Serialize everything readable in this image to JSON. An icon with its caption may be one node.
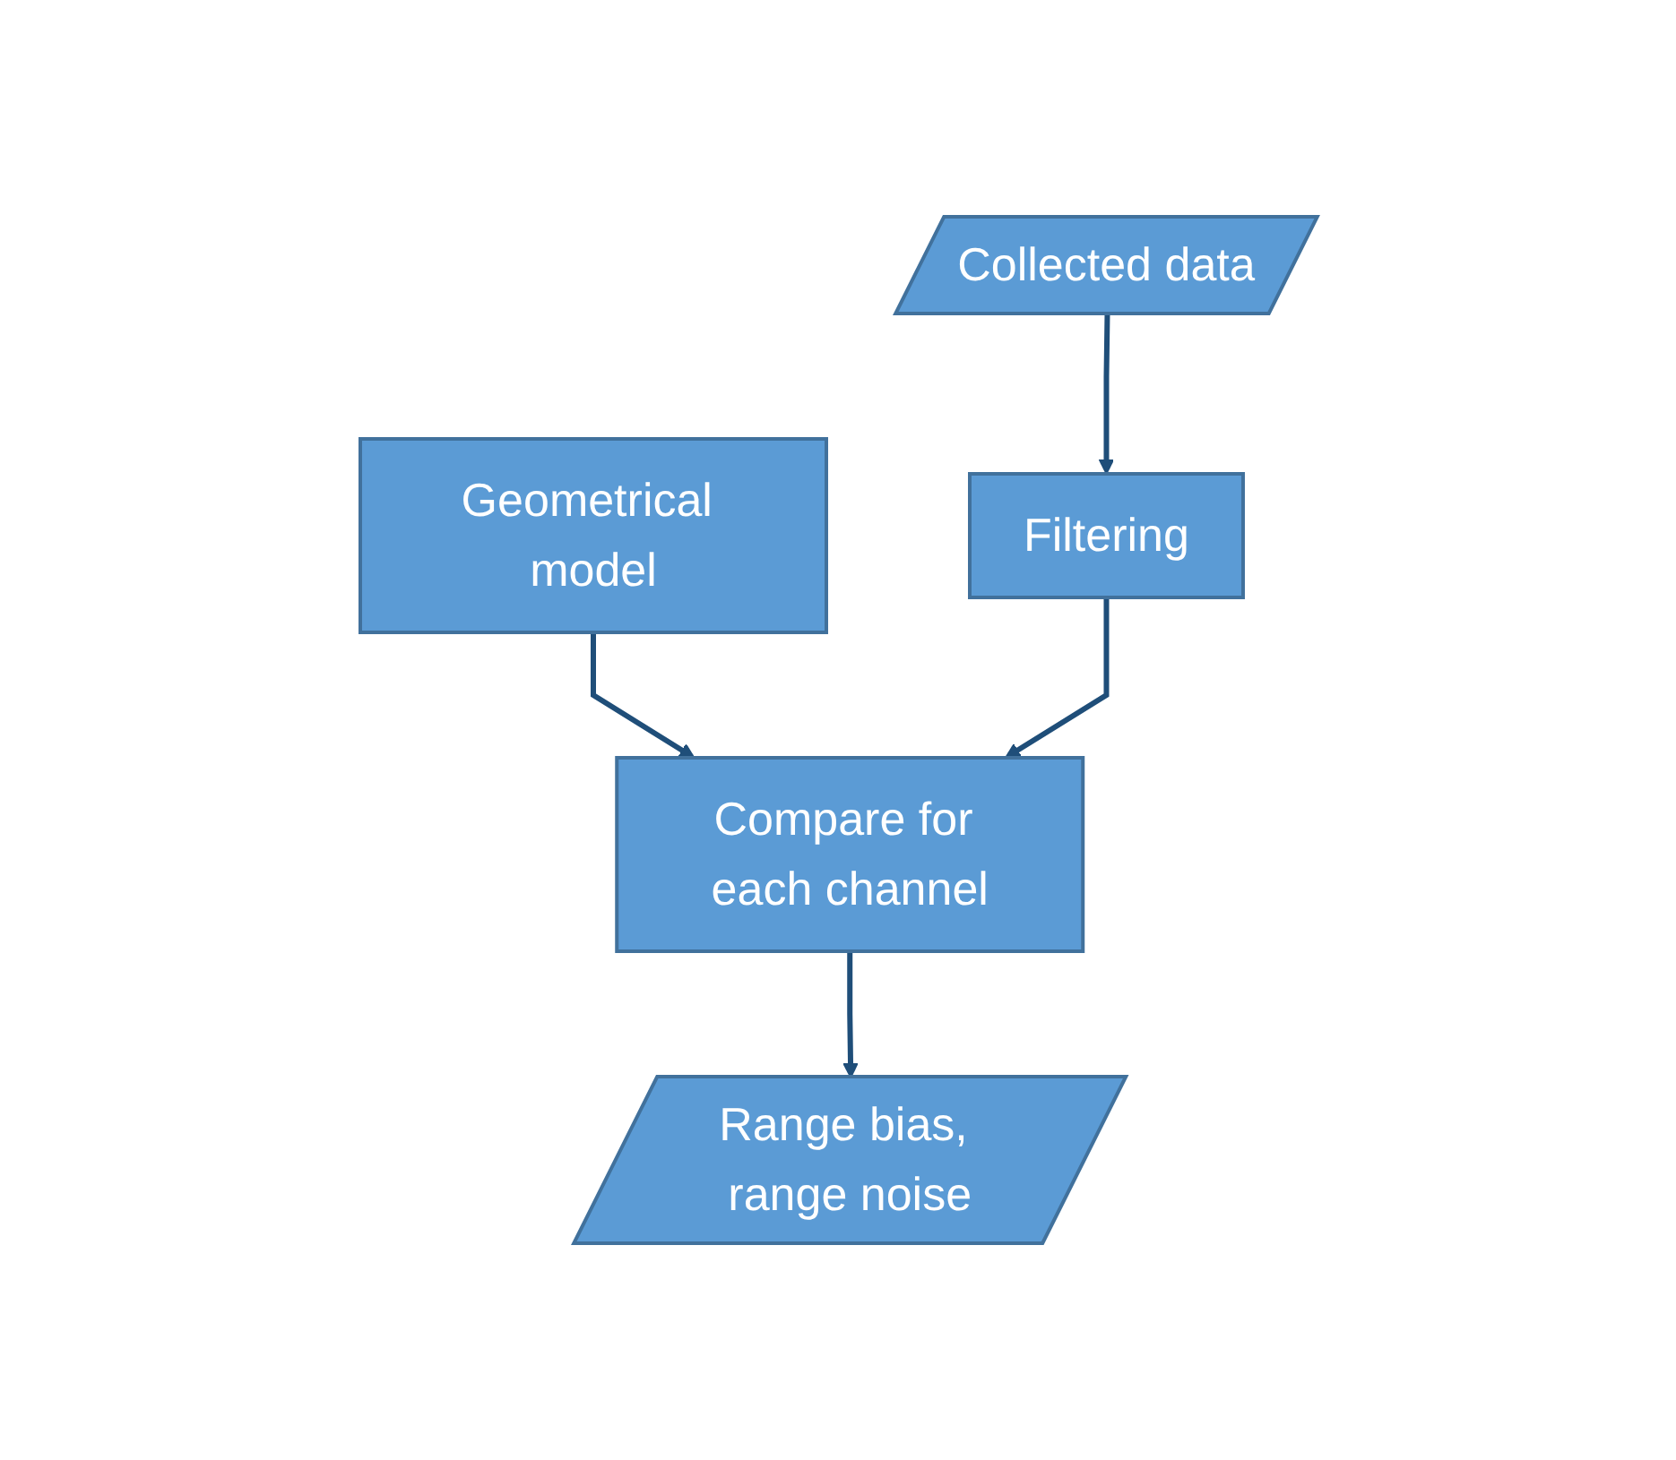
{
  "diagram": {
    "nodes": [
      {
        "text": [
          "Collected data"
        ]
      },
      {
        "text": [
          "Geometrical model"
        ]
      },
      {
        "text": [
          "Filtering"
        ]
      },
      {
        "text": [
          "Compare for each channel"
        ]
      },
      {
        "text": [
          "Range bias, range noise"
        ]
      }
    ],
    "edges": [
      {
        "from": 0,
        "to": 2,
        "arrow": "to"
      },
      {
        "from": 1,
        "to": 3,
        "arrow": "to"
      },
      {
        "from": 2,
        "to": 3,
        "arrow": "to"
      },
      {
        "from": 3,
        "to": 4,
        "arrow": "to"
      }
    ]
  }
}
